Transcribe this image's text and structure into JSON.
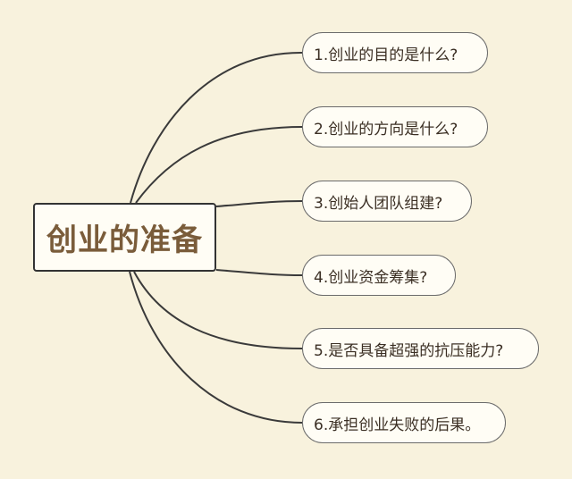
{
  "mindmap": {
    "root": {
      "label": "创业的准备"
    },
    "branches": [
      {
        "label": "1.创业的目的是什么?"
      },
      {
        "label": "2.创业的方向是什么?"
      },
      {
        "label": "3.创始人团队组建?"
      },
      {
        "label": "4.创业资金筹集?"
      },
      {
        "label": "5.是否具备超强的抗压能力?"
      },
      {
        "label": "6.承担创业失败的后果。"
      }
    ]
  },
  "colors": {
    "background": "#f8f2dd",
    "root_text": "#7a5c3a",
    "node_fill": "#fffdf5",
    "line": "#3a3a3a"
  }
}
